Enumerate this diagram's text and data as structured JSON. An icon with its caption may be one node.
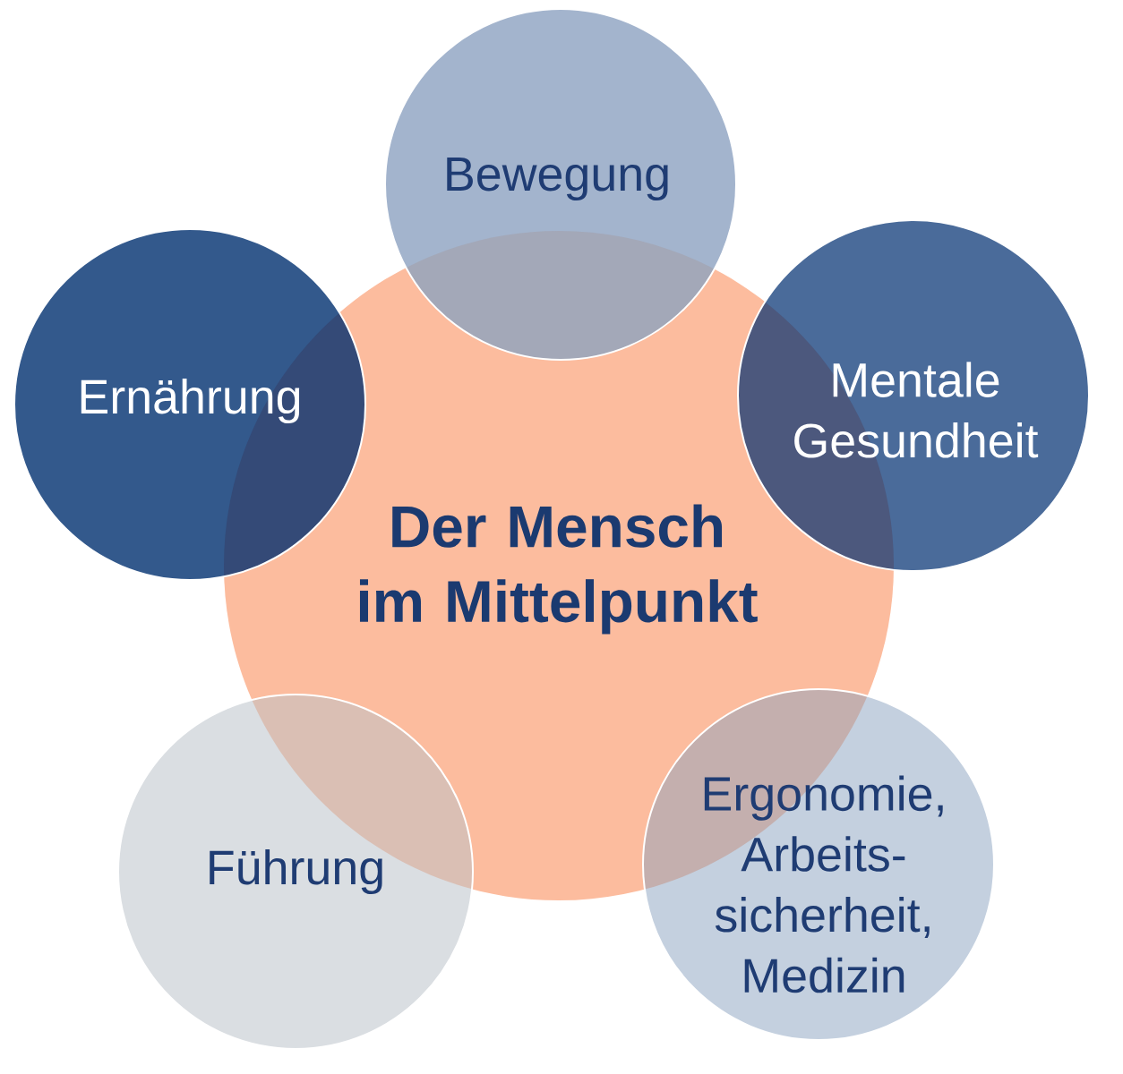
{
  "diagram": {
    "nodes": [
      {
        "text": [
          "Bewegung"
        ]
      },
      {
        "text": [
          "Ernährung"
        ]
      },
      {
        "text": [
          "Mentale Gesundheit"
        ]
      },
      {
        "text": [
          "Der Mensch im Mittelpunkt"
        ]
      },
      {
        "text": [
          "Führung"
        ]
      },
      {
        "text": [
          "Ergonomie, Arbeits- sicherheit, Medizin"
        ]
      }
    ]
  }
}
